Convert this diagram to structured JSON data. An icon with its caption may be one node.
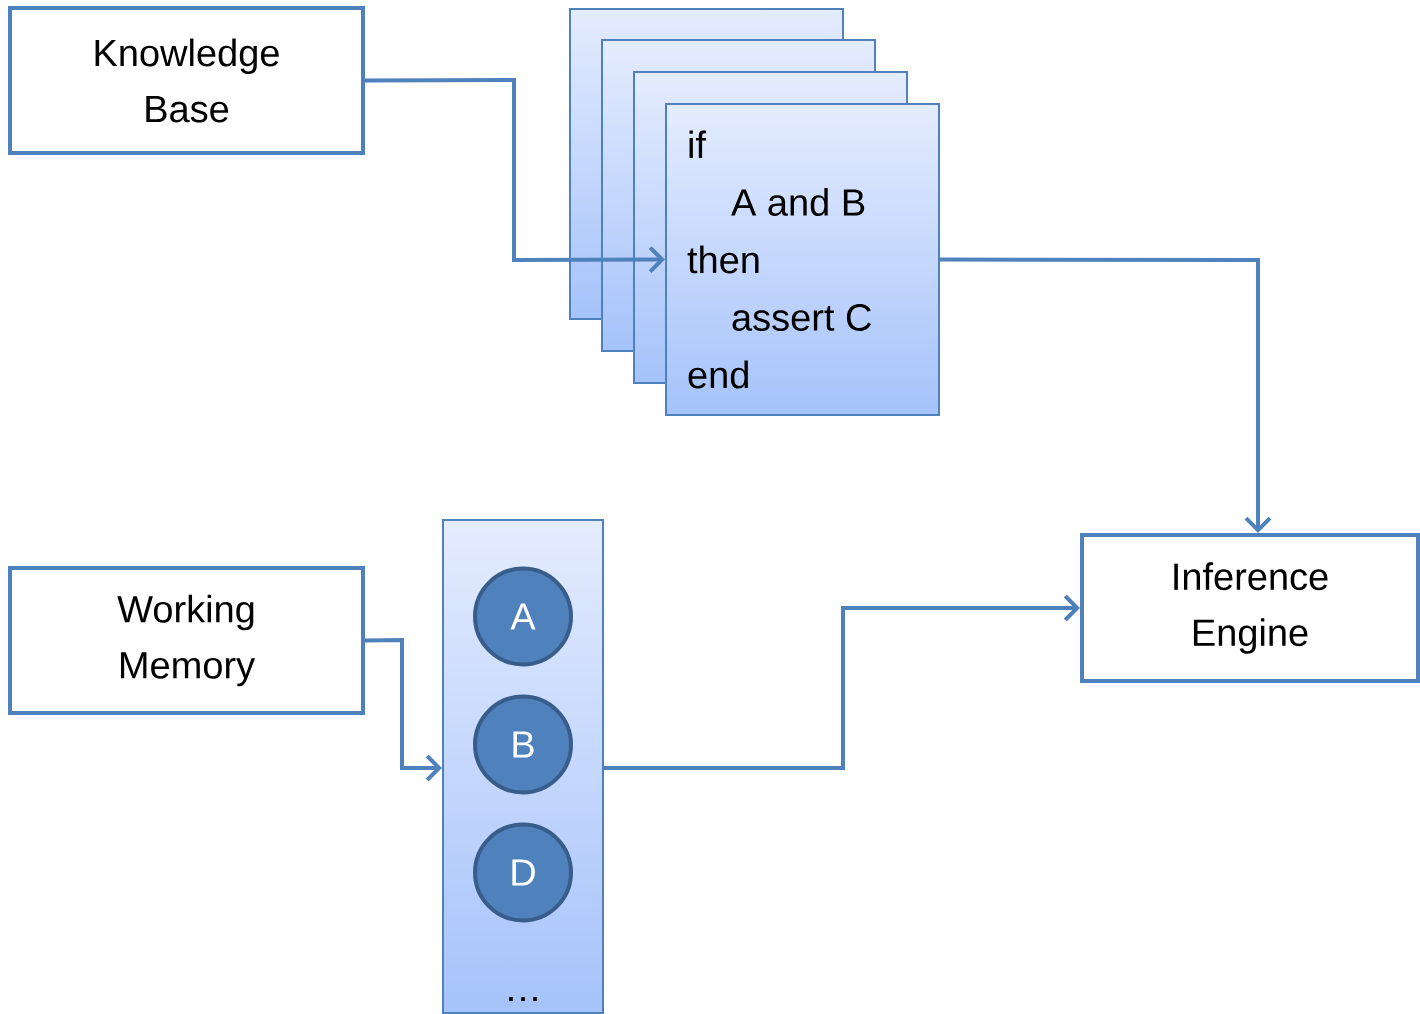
{
  "diagram": {
    "nodes": [
      {
        "text": [
          "Knowledge Base"
        ]
      },
      {
        "text": [
          "if",
          "A and B",
          "then",
          "assert C",
          "end"
        ]
      },
      {
        "text": [
          "Working Memory"
        ]
      },
      {
        "text": [
          "…"
        ]
      },
      {
        "text": [
          "A"
        ],
        "in": 3
      },
      {
        "text": [
          "B"
        ],
        "in": 3
      },
      {
        "text": [
          "D"
        ],
        "in": 3
      },
      {
        "text": [
          "Inference Engine"
        ]
      }
    ],
    "edges": [
      {
        "from": 0,
        "to": 1,
        "arrow": "to"
      },
      {
        "from": 1,
        "to": 7,
        "arrow": "to"
      },
      {
        "from": 2,
        "to": 3,
        "arrow": "to"
      },
      {
        "from": 3,
        "to": 7,
        "arrow": "to"
      }
    ]
  }
}
